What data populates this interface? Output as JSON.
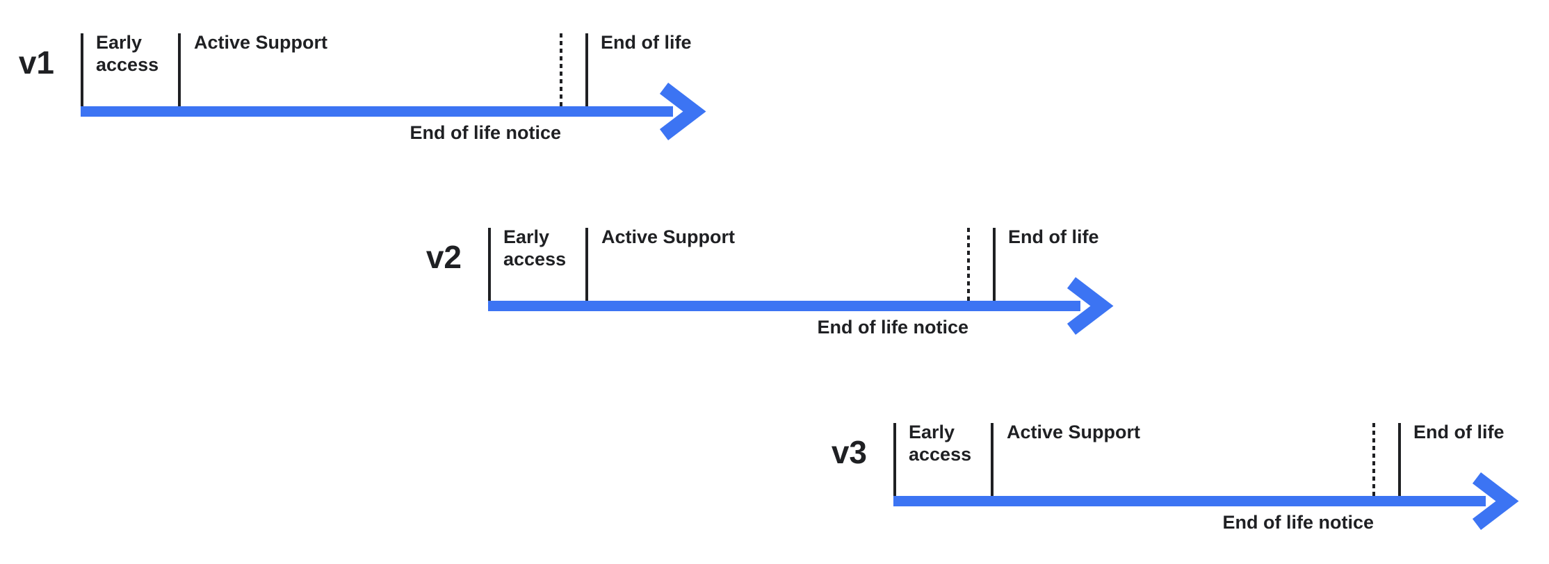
{
  "colors": {
    "background": "#ffffff",
    "arrow": "#3c74f3",
    "line": "#1f2023",
    "text": "#1f2023"
  },
  "timelines": [
    {
      "version": "v1",
      "labels": {
        "early_access": "Early access",
        "active_support": "Active Support",
        "end_of_life": "End of life",
        "end_of_life_notice": "End of life notice"
      }
    },
    {
      "version": "v2",
      "labels": {
        "early_access": "Early access",
        "active_support": "Active Support",
        "end_of_life": "End of life",
        "end_of_life_notice": "End of life notice"
      }
    },
    {
      "version": "v3",
      "labels": {
        "early_access": "Early access",
        "active_support": "Active Support",
        "end_of_life": "End of life",
        "end_of_life_notice": "End of life notice"
      }
    }
  ]
}
